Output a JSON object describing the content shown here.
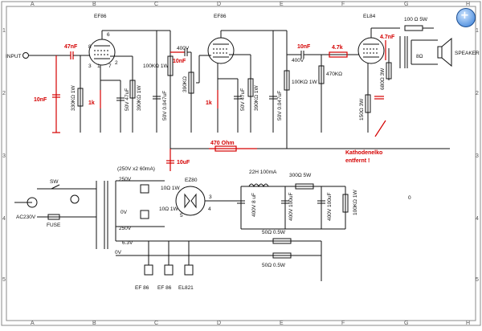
{
  "grid": {
    "cols": [
      "A",
      "B",
      "C",
      "D",
      "E",
      "F",
      "G",
      "H"
    ],
    "rows": [
      "1",
      "2",
      "3",
      "4",
      "5"
    ]
  },
  "tubes": {
    "v1": "EF86",
    "v2": "EF86",
    "v3": "EL84",
    "rect": "EZ80"
  },
  "labels": {
    "input": "INPUT",
    "c_in": "47nF",
    "c_10nf_a": "10nF",
    "r_1k_a": "1k",
    "r_330k_a": "330KΩ 1W",
    "c_50v_a": "50V 47uF",
    "r_390k_a": "390KΩ 1W",
    "r_100k_a": "100KΩ 1W",
    "c_50v_047_a": "50V 0.047uF",
    "v400_a": "400V",
    "c_10nf_b": "10nF",
    "pot": "390KΩ",
    "r_1k_b": "1k",
    "c_50v_b": "50V 47uF",
    "r_390k_b": "390KΩ 1W",
    "c_50v_047_b": "50V 0.047uF",
    "r_100k_b": "100KΩ 1W",
    "c_10nf_c": "10nF",
    "v400_b": "400V",
    "r_4k7": "4.7k",
    "r_470k": "470KΩ",
    "r_150": "150Ω 3W",
    "r_680": "680Ω 3W",
    "c_47nf": "4.7nF",
    "r_100_5w": "100 Ω 5W",
    "speaker_imp": "8Ω",
    "speaker": "SPEAKER",
    "r_470": "470 Ohm",
    "c_10uf": "10uF",
    "note1": "Kathodenelko",
    "note2": "entfernt !",
    "transformer": "(250V x2 60mA)",
    "t_250a": "250V",
    "t_0v": "0V",
    "t_250b": "250V",
    "t_63": "6.3V",
    "t_0v_b": "0V",
    "sw": "SW",
    "ac": "AC230V",
    "fuse": "FUSE",
    "r10_a": "10Ω 1W",
    "r10_b": "10Ω 1W",
    "choke": "22H 100mA",
    "r_300": "300Ω 5W",
    "c_8uf": "400V 8 uF",
    "c_100uf_a": "400V 100uF",
    "c_100uf_b": "400V 100uF",
    "r_100k_bleed": "100KΩ 1W",
    "r_50a": "50Ω 0.5W",
    "r_50b": "50Ω 0.5W",
    "h1": "EF 86",
    "h2": "EF 86",
    "h3": "EL821",
    "pin1": "8",
    "pin2": "6",
    "pin3": "3",
    "pin4": "7",
    "pin5": "1",
    "pin6": "2",
    "zero": "0",
    "four": "4",
    "five": "5"
  },
  "colors": {
    "wire": "#111111",
    "mod": "#d40000",
    "zoom": "#2f79d6"
  },
  "icons": {
    "zoom": "zoom-in-icon"
  }
}
